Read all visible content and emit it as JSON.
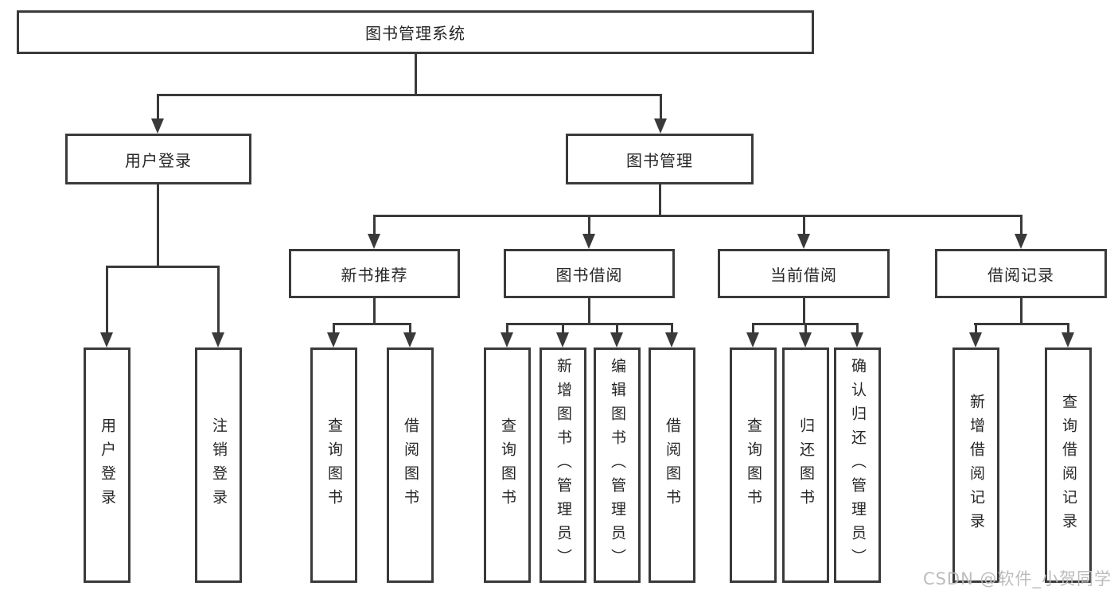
{
  "diagram": {
    "title": "图书管理系统",
    "nodes": {
      "root": {
        "label": "图书管理系统"
      },
      "user_login": {
        "label": "用户登录"
      },
      "book_mgmt": {
        "label": "图书管理"
      },
      "new_book_rec": {
        "label": "新书推荐"
      },
      "book_borrow": {
        "label": "图书借阅"
      },
      "current_borrow": {
        "label": "当前借阅"
      },
      "borrow_records": {
        "label": "借阅记录"
      },
      "login_leaf": {
        "label": "用户登录"
      },
      "logout_leaf": {
        "label": "注销登录"
      },
      "rec_query": {
        "label": "查询图书"
      },
      "rec_borrow": {
        "label": "借阅图书"
      },
      "bb_query": {
        "label": "查询图书"
      },
      "bb_add": {
        "label": "新增图书（管理员）"
      },
      "bb_edit": {
        "label": "编辑图书（管理员）"
      },
      "bb_borrow": {
        "label": "借阅图书"
      },
      "cb_query": {
        "label": "查询图书"
      },
      "cb_return": {
        "label": "归还图书"
      },
      "cb_confirm": {
        "label": "确认归还（管理员）"
      },
      "br_add": {
        "label": "新增借阅记录"
      },
      "br_query": {
        "label": "查询借阅记录"
      }
    },
    "hierarchy": {
      "图书管理系统": {
        "用户登录": [
          "用户登录",
          "注销登录"
        ],
        "图书管理": {
          "新书推荐": [
            "查询图书",
            "借阅图书"
          ],
          "图书借阅": [
            "查询图书",
            "新增图书（管理员）",
            "编辑图书（管理员）",
            "借阅图书"
          ],
          "当前借阅": [
            "查询图书",
            "归还图书",
            "确认归还（管理员）"
          ],
          "借阅记录": [
            "新增借阅记录",
            "查询借阅记录"
          ]
        }
      }
    },
    "colors": {
      "line": "#3a3a3a",
      "text": "#262626",
      "background": "#ffffff",
      "watermark": "#b9b9b9"
    }
  },
  "watermark": {
    "text": "CSDN @软件_小贺同学"
  }
}
